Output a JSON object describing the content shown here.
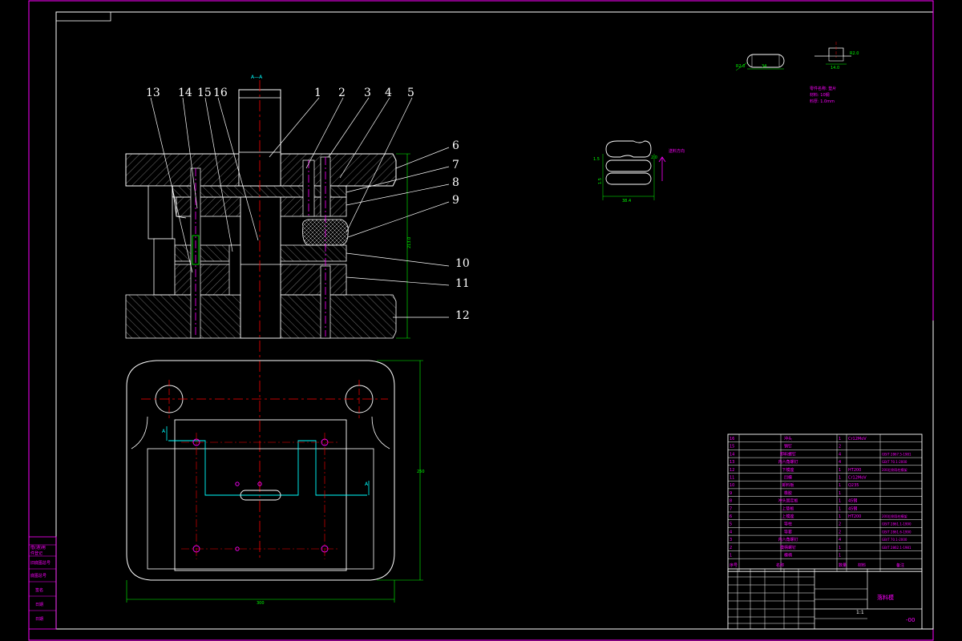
{
  "section_label": "A—A",
  "part_labels": [
    "1",
    "2",
    "3",
    "4",
    "5",
    "6",
    "7",
    "8",
    "9",
    "10",
    "11",
    "12",
    "13",
    "14",
    "15",
    "16"
  ],
  "dims": {
    "height": "213.0",
    "width": "300",
    "depth": "250",
    "side_a": "A",
    "side_a2": "A",
    "strip_w": "38.4",
    "strip_h": "1.5",
    "strip_p": "2.0",
    "strip_g": "1.5",
    "part_w": "34",
    "part_d": "14.0",
    "part_r": "R2.0"
  },
  "feed_label": "送料方向",
  "part_notes": [
    "零件名称: 垫片",
    "材料: 10钢",
    "料厚: 1.0mm"
  ],
  "bom_rows": [
    {
      "no": "16",
      "name": "冲头",
      "qty": "1",
      "mat": "Cr12MoV",
      "note": ""
    },
    {
      "no": "15",
      "name": "销钉",
      "qty": "2",
      "mat": "",
      "note": ""
    },
    {
      "no": "14",
      "name": "卸料螺钉",
      "qty": "4",
      "mat": "",
      "note": "GB/T 2867.5-1981"
    },
    {
      "no": "13",
      "name": "内六角螺钉",
      "qty": "4",
      "mat": "",
      "note": "GB/T 70.1-2000"
    },
    {
      "no": "12",
      "name": "下模座",
      "qty": "1",
      "mat": "HT200",
      "note": "200后侧导柱模架"
    },
    {
      "no": "11",
      "name": "凹模",
      "qty": "1",
      "mat": "Cr12MoV",
      "note": ""
    },
    {
      "no": "10",
      "name": "卸料板",
      "qty": "1",
      "mat": "Q235",
      "note": ""
    },
    {
      "no": "9",
      "name": "橡胶",
      "qty": "1",
      "mat": "",
      "note": ""
    },
    {
      "no": "8",
      "name": "冲头固定板",
      "qty": "1",
      "mat": "45钢",
      "note": ""
    },
    {
      "no": "7",
      "name": "上垫板",
      "qty": "1",
      "mat": "45钢",
      "note": ""
    },
    {
      "no": "6",
      "name": "上模座",
      "qty": "1",
      "mat": "HT200",
      "note": "200后侧导柱模架"
    },
    {
      "no": "5",
      "name": "导柱",
      "qty": "2",
      "mat": "",
      "note": "GB/T 2861.1-1990"
    },
    {
      "no": "4",
      "name": "导套",
      "qty": "2",
      "mat": "",
      "note": "GB/T 2861.6-1990"
    },
    {
      "no": "3",
      "name": "内六角螺钉",
      "qty": "4",
      "mat": "",
      "note": "GB/T 70.1-2000"
    },
    {
      "no": "2",
      "name": "模柄螺钉",
      "qty": "1",
      "mat": "",
      "note": "GB/T 2862.1-1981"
    },
    {
      "no": "1",
      "name": "模柄",
      "qty": "1",
      "mat": "",
      "note": ""
    }
  ],
  "bom_header": {
    "no": "序号",
    "name": "名称",
    "qty": "数量",
    "mat": "材料",
    "note": "备注"
  },
  "title_block": {
    "name": "落料模",
    "code": "-00",
    "scale": "1:1"
  },
  "side_stamp": [
    "借(通)用",
    "件登记",
    "旧底图总号",
    "底图总号",
    "签名",
    "日期",
    "日期"
  ]
}
